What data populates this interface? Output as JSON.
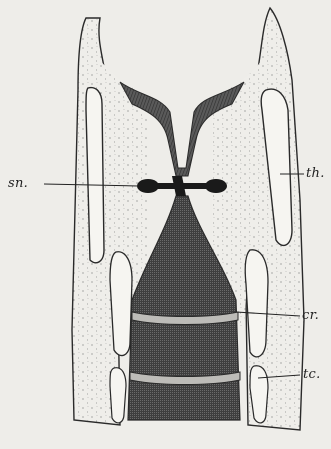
{
  "figure": {
    "labels": {
      "sn": "sn.",
      "th": "th.",
      "cr": "cr.",
      "tc": "tc."
    },
    "colors": {
      "paper": "#eeede9",
      "ink": "#2a2a2a",
      "cartilage": "#f6f5f1",
      "lumen": "#4a4a4a",
      "ventricle": "#1a1a1a"
    }
  }
}
